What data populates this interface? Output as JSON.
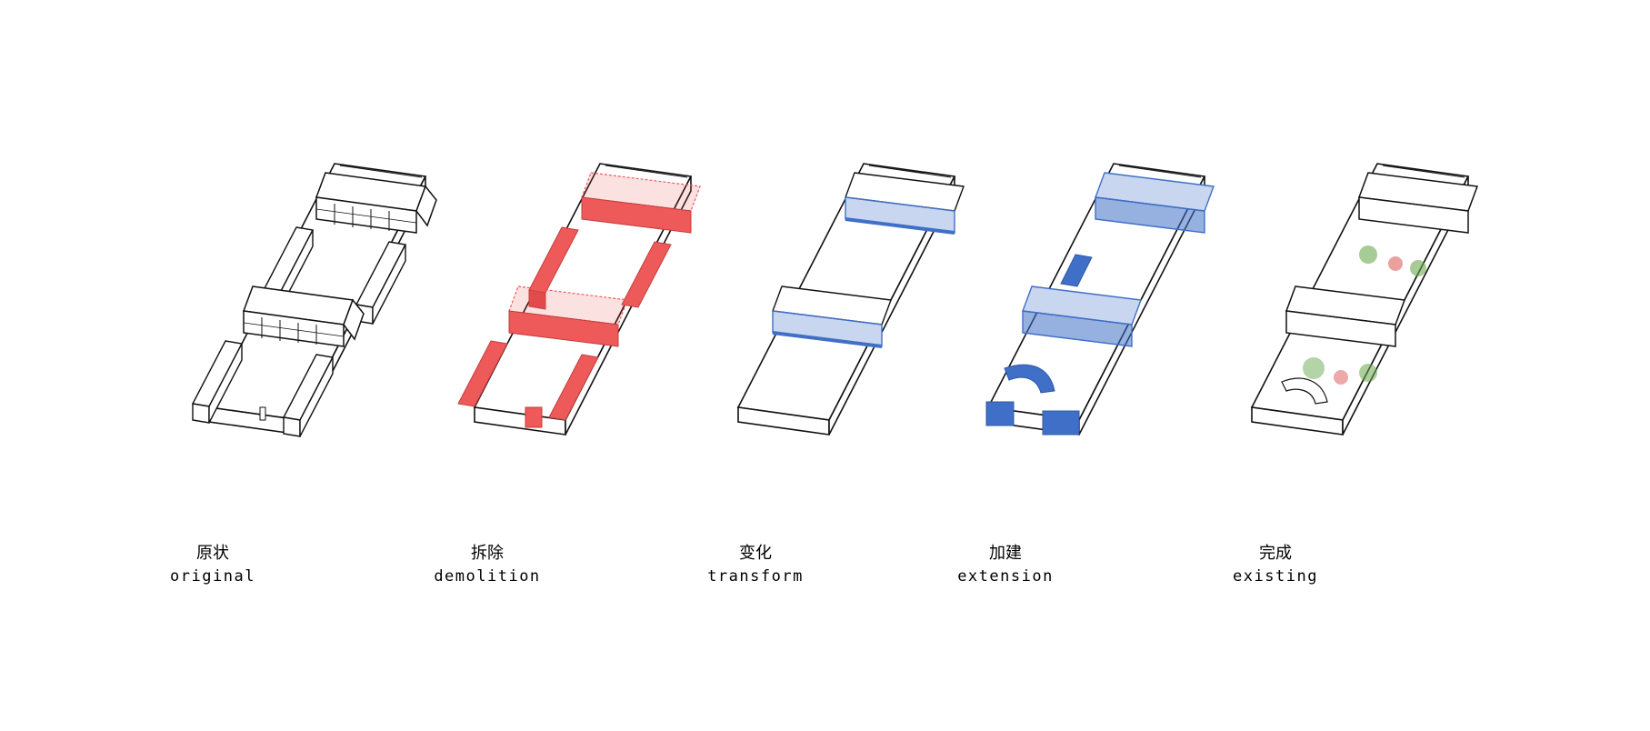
{
  "diagram": {
    "stages": [
      {
        "id": "original",
        "label_cn": "原状",
        "label_en": "original",
        "highlight": "none",
        "color": "#000000"
      },
      {
        "id": "demolition",
        "label_cn": "拆除",
        "label_en": "demolition",
        "highlight": "red",
        "color": "#ee5a5a"
      },
      {
        "id": "transform",
        "label_cn": "变化",
        "label_en": "transform",
        "highlight": "blue",
        "color": "#3f6fc6"
      },
      {
        "id": "extension",
        "label_cn": "加建",
        "label_en": "extension",
        "highlight": "blue",
        "color": "#3f6fc6"
      },
      {
        "id": "existing",
        "label_cn": "完成",
        "label_en": "existing",
        "highlight": "plants",
        "color": "#6aa84f"
      }
    ],
    "colors": {
      "line": "#111111",
      "demolition": "#ee5a5a",
      "blue": "#3f6fc6",
      "blue_light": "#c9d6f0",
      "plant_green": "#6aa84f",
      "plant_red": "#d9534f"
    }
  }
}
